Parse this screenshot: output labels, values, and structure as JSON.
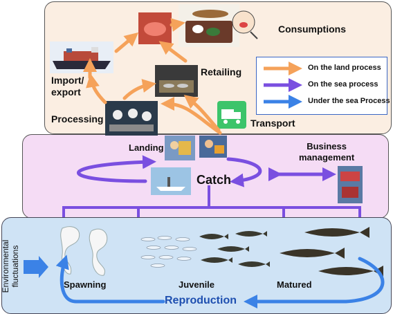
{
  "diagram": {
    "land": {
      "consumptions": "Consumptions",
      "import_export": "Import/\nexport",
      "retailing": "Retailing",
      "processing": "Processing",
      "transport": "Transport"
    },
    "sea": {
      "landing": "Landing",
      "business_management": "Business\nmanagement",
      "catch": "Catch"
    },
    "under": {
      "environmental_fluctuations": "Environmental\nfluctuations",
      "spawning": "Spawning",
      "juvenile": "Juvenile",
      "matured": "Matured",
      "reproduction": "Reproduction"
    },
    "legend": {
      "land": "On  the land process",
      "sea": "On the sea process",
      "under": "Under the sea Process"
    }
  },
  "colors": {
    "land_arrow": "#f5a25a",
    "sea_arrow": "#7a4fe0",
    "under_arrow": "#3b82e6",
    "land_panel": "#fbeee2",
    "sea_panel": "#f5dcf5",
    "under_panel": "#cfe3f5"
  }
}
